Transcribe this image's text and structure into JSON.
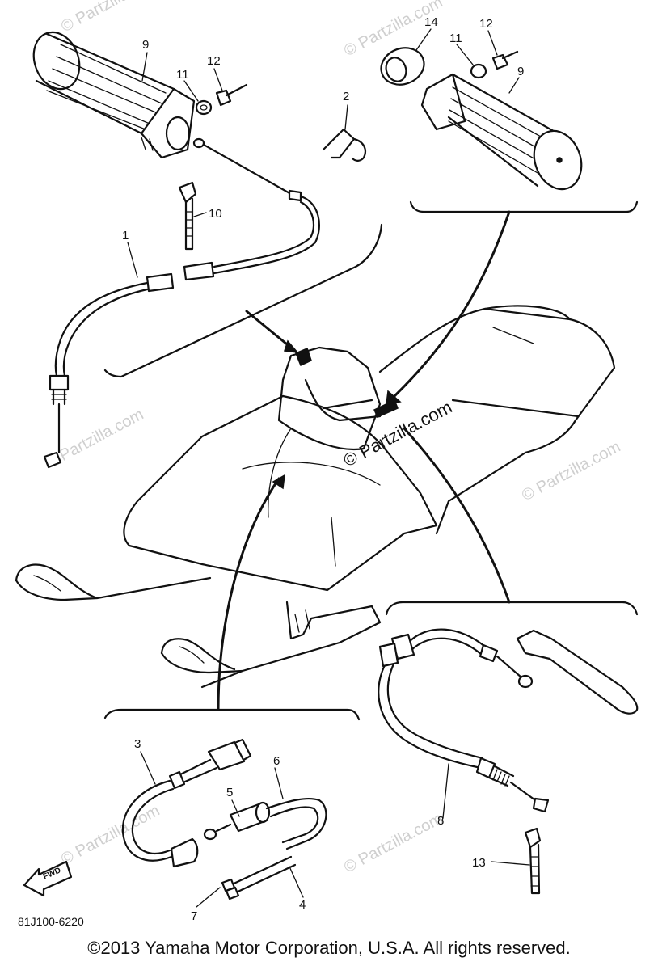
{
  "diagram": {
    "callouts": {
      "c1": "1",
      "c2": "2",
      "c3": "3",
      "c4": "4",
      "c5": "5",
      "c6": "6",
      "c7": "7",
      "c8": "8",
      "c9a": "9",
      "c9b": "9",
      "c10": "10",
      "c11a": "11",
      "c11b": "11",
      "c12a": "12",
      "c12b": "12",
      "c13": "13",
      "c14": "14"
    },
    "fwd_label": "FWD",
    "diagram_code": "81J100-6220",
    "watermark": "© Partzilla.com"
  },
  "footer": {
    "copyright": "©2013  Yamaha Motor Corporation, U.S.A. All rights reserved."
  }
}
